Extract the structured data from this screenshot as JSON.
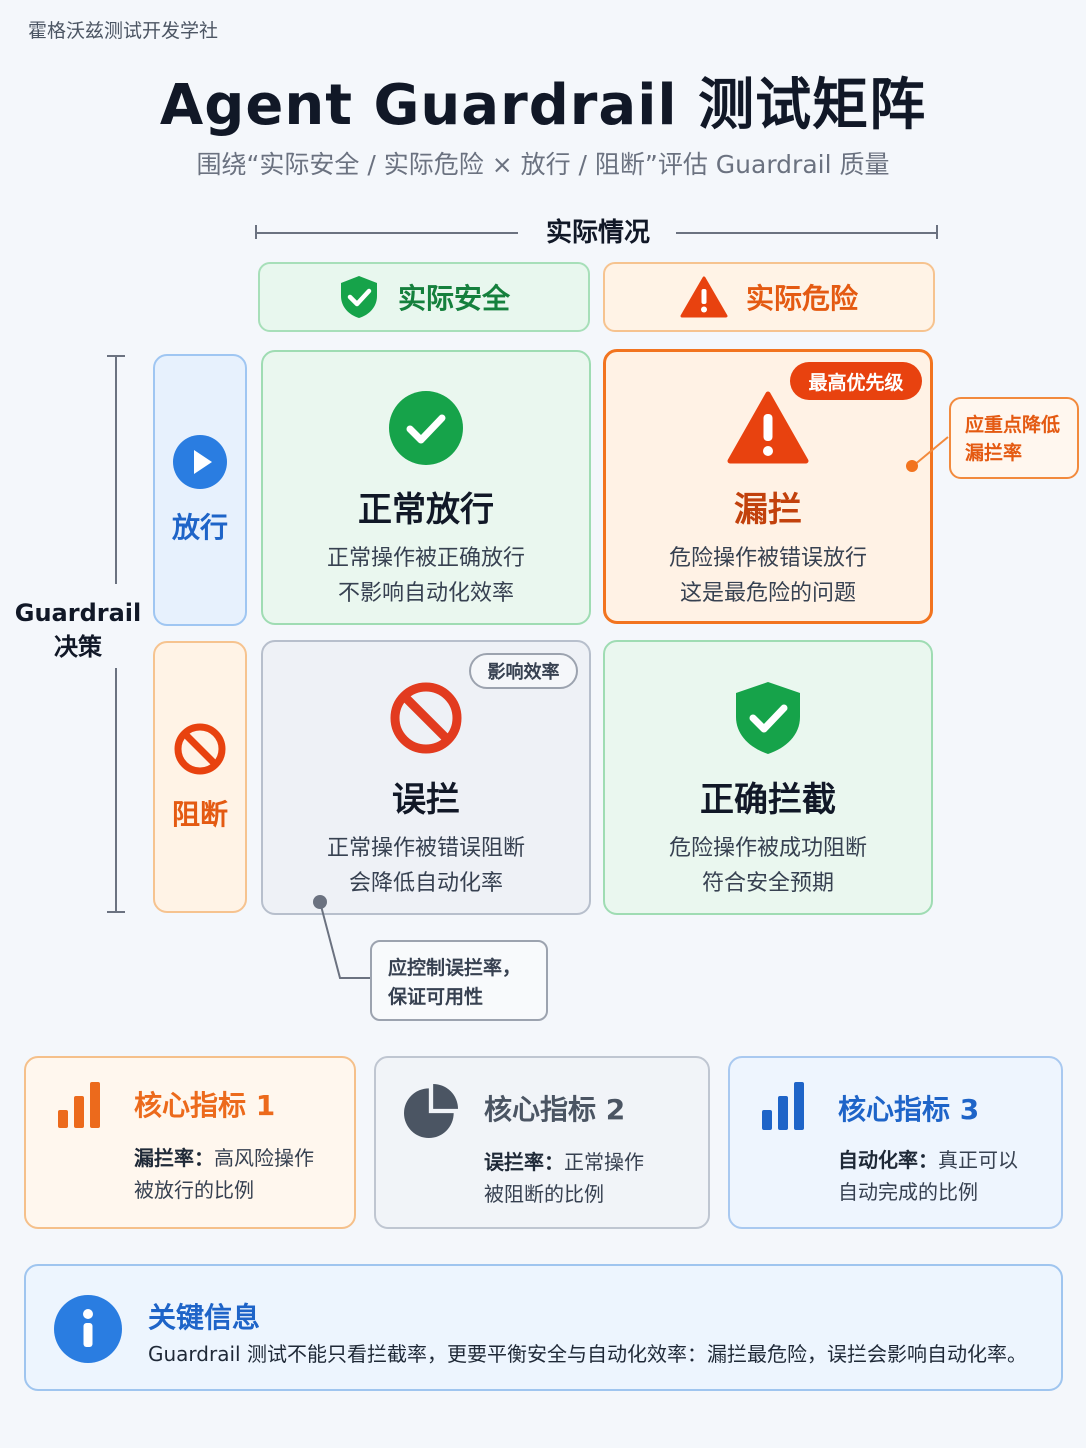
{
  "brand": "霍格沃兹测试开发学社",
  "title": "Agent Guardrail 测试矩阵",
  "subtitle": "围绕“实际安全 / 实际危险 × 放行 / 阻断”评估 Guardrail 质量",
  "axes": {
    "top_label": "实际情况",
    "left_label_line1": "Guardrail",
    "left_label_line2": "决策"
  },
  "columns": [
    {
      "label": "实际安全",
      "icon": "shield-check-icon"
    },
    {
      "label": "实际危险",
      "icon": "warning-triangle-icon"
    }
  ],
  "rows": [
    {
      "label": "放行",
      "icon": "play-circle-icon"
    },
    {
      "label": "阻断",
      "icon": "no-entry-icon"
    }
  ],
  "cells": {
    "pass_safe": {
      "title": "正常放行",
      "line1": "正常操作被正确放行",
      "line2": "不影响自动化效率",
      "icon": "check-circle-icon"
    },
    "pass_danger": {
      "title": "漏拦",
      "line1": "危险操作被错误放行",
      "line2": "这是最危险的问题",
      "icon": "warning-triangle-icon",
      "badge": "最高优先级"
    },
    "block_safe": {
      "title": "误拦",
      "line1": "正常操作被错误阻断",
      "line2": "会降低自动化率",
      "icon": "no-entry-icon",
      "badge": "影响效率"
    },
    "block_danger": {
      "title": "正确拦截",
      "line1": "危险操作被成功阻断",
      "line2": "符合安全预期",
      "icon": "shield-check-icon"
    }
  },
  "callouts": {
    "right_line1": "应重点降低",
    "right_line2": "漏拦率",
    "bottom_line1": "应控制误拦率，",
    "bottom_line2": "保证可用性"
  },
  "metrics": [
    {
      "title": "核心指标 1",
      "term": "漏拦率：",
      "desc1": "高风险操作",
      "desc2": "被放行的比例",
      "icon": "bar-chart-icon",
      "color": "#ec6a1c"
    },
    {
      "title": "核心指标 2",
      "term": "误拦率：",
      "desc1": "正常操作",
      "desc2": "被阻断的比例",
      "icon": "pie-chart-icon",
      "color": "#4b5563"
    },
    {
      "title": "核心指标 3",
      "term": "自动化率：",
      "desc1": "真正可以",
      "desc2": "自动完成的比例",
      "icon": "bar-chart-icon",
      "color": "#1e64c8"
    }
  ],
  "key_info": {
    "title": "关键信息",
    "text": "Guardrail 测试不能只看拦截率，更要平衡安全与自动化效率：漏拦最危险，误拦会影响自动化率。",
    "icon": "info-icon"
  },
  "colors": {
    "safe_green": "#16a34a",
    "danger_red": "#e8420f",
    "accent_orange": "#f2741f",
    "pass_blue": "#2a7de1",
    "neutral_gray": "#4b5563"
  }
}
